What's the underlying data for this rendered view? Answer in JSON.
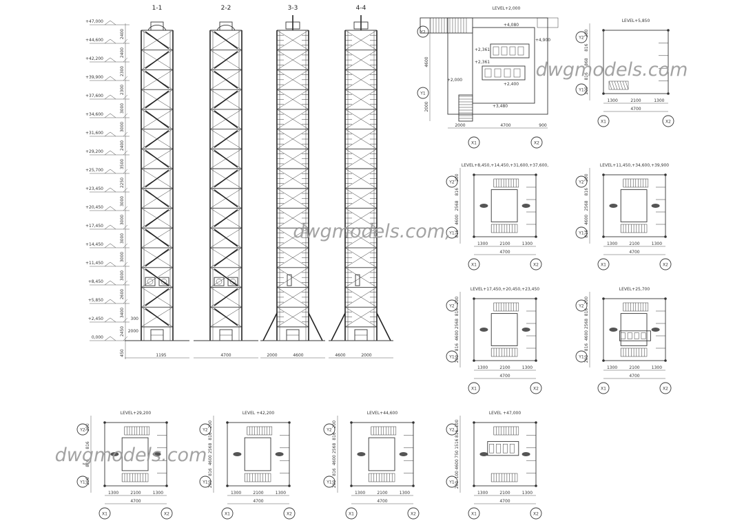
{
  "elevation": {
    "levels": [
      "+47,000",
      "+44,600",
      "+42,200",
      "+39,900",
      "+37,600",
      "+34,600",
      "+31,600",
      "+29,200",
      "+25,700",
      "+23,450",
      "+20,450",
      "+17,450",
      "+14,450",
      "+11,450",
      "+8,450",
      "+5,850",
      "+2,450",
      "0,000"
    ],
    "spacings": [
      "2400",
      "2400",
      "2300",
      "2300",
      "3000",
      "3000",
      "2400",
      "3500",
      "2250",
      "3000",
      "3000",
      "3000",
      "3000",
      "3000",
      "2600",
      "3400",
      "2450"
    ],
    "base_dim": "450"
  },
  "sections": [
    {
      "title": "1-1",
      "dims": [
        "1195"
      ],
      "side_dims": [
        "300",
        "2000"
      ]
    },
    {
      "title": "2-2",
      "dims": [
        "4700"
      ],
      "side_dims": []
    },
    {
      "title": "3-3",
      "dims": [
        "2000",
        "4600"
      ],
      "side_dims": []
    },
    {
      "title": "4-4",
      "dims": [
        "4600",
        "2000"
      ],
      "side_dims": []
    }
  ],
  "grid": {
    "x1": "X1",
    "x2": "X2",
    "y1": "Y1",
    "y2": "Y2"
  },
  "main_plan": {
    "title": "LEVEL+2,000",
    "bottom_dims": [
      "2000",
      "4700",
      "900"
    ],
    "left_dims": [
      "4600",
      "2000"
    ],
    "marks": [
      "+4,080",
      "+4,900",
      "+2,361",
      "+2,361",
      "+2,000",
      "+2,400",
      "+3,480"
    ]
  },
  "plans": [
    {
      "title": "LEVEL+5,850",
      "left_dims": [
        "200",
        "816",
        "868",
        "816",
        "200"
      ],
      "bottom_dims": [
        "1300",
        "2100",
        "1300"
      ],
      "total": "4700"
    },
    {
      "title": "LEVEL+8,450,+14,450,+31,600,+37,600,",
      "left_dims": [
        "200",
        "816",
        "2568",
        "4600",
        "816"
      ],
      "bottom_dims": [
        "1300",
        "2100",
        "1300"
      ],
      "total": "4700"
    },
    {
      "title": "LEVEL+11,450,+34,600,+39,900",
      "left_dims": [
        "200",
        "816",
        "2568",
        "4600",
        "816"
      ],
      "bottom_dims": [
        "1300",
        "2100",
        "1300"
      ],
      "total": "4700"
    },
    {
      "title": "LEVEL+17,450,+20,450,+23,450",
      "left_dims": [
        "200",
        "816",
        "2568",
        "4600",
        "816",
        "200"
      ],
      "bottom_dims": [
        "1300",
        "2100",
        "1300"
      ],
      "total": "4700"
    },
    {
      "title": "LEVEL+25,700",
      "left_dims": [
        "200",
        "816",
        "2568",
        "4600",
        "816",
        "200"
      ],
      "bottom_dims": [
        "1300",
        "2100",
        "1300"
      ],
      "total": "4700"
    },
    {
      "title": "LEVEL+29,200",
      "left_dims": [
        "200",
        "816",
        "816",
        "200"
      ],
      "bottom_dims": [
        "1300",
        "2100",
        "1300"
      ],
      "total": "4700"
    },
    {
      "title": "LEVEL +42,200",
      "left_dims": [
        "200",
        "816",
        "2568",
        "4600",
        "816",
        "200"
      ],
      "bottom_dims": [
        "1300",
        "2100",
        "1300"
      ],
      "total": "4700"
    },
    {
      "title": "LEVEL+44,600",
      "left_dims": [
        "200",
        "816",
        "2568",
        "4600",
        "816",
        "200"
      ],
      "bottom_dims": [
        "1300",
        "2100",
        "1300"
      ],
      "total": "4700"
    },
    {
      "title": "LEVEL +47,000",
      "left_dims": [
        "100",
        "816",
        "1516",
        "750",
        "4600",
        "100",
        "200"
      ],
      "bottom_dims": [
        "1300",
        "2100",
        "1300"
      ],
      "total": "4700"
    }
  ],
  "watermark": "dwgmodels.com",
  "watermark_mid": "dwgmodels.com,"
}
